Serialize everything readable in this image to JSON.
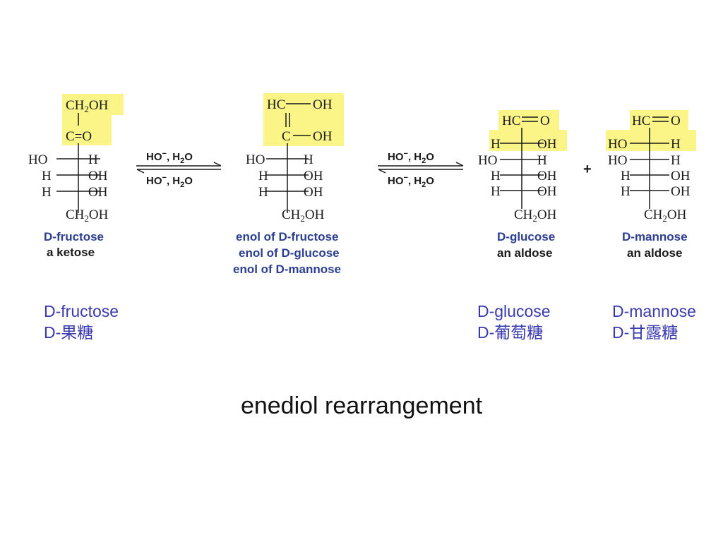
{
  "structures": {
    "fructose": {
      "top": "CH2OH",
      "c2": "C=O",
      "rows": [
        [
          "HO",
          "H"
        ],
        [
          "H",
          "OH"
        ],
        [
          "H",
          "OH"
        ]
      ],
      "bottom": "CH2OH",
      "caption": [
        "D-fructose",
        "a ketose"
      ]
    },
    "enol": {
      "top": "HC—OH",
      "c2": "C—OH",
      "rows": [
        [
          "HO",
          "H"
        ],
        [
          "H",
          "OH"
        ],
        [
          "H",
          "OH"
        ]
      ],
      "bottom": "CH2OH",
      "caption": [
        "enol of D-fructose",
        "enol of D-glucose",
        "enol of D-mannose"
      ]
    },
    "glucose": {
      "top": "HC=O",
      "rows": [
        [
          "H",
          "OH"
        ],
        [
          "HO",
          "H"
        ],
        [
          "H",
          "OH"
        ],
        [
          "H",
          "OH"
        ]
      ],
      "bottom": "CH2OH",
      "caption": [
        "D-glucose",
        "an aldose"
      ]
    },
    "mannose": {
      "top": "HC=O",
      "rows": [
        [
          "HO",
          "H"
        ],
        [
          "HO",
          "H"
        ],
        [
          "H",
          "OH"
        ],
        [
          "H",
          "OH"
        ]
      ],
      "bottom": "CH2OH",
      "caption": [
        "D-mannose",
        "an aldose"
      ]
    }
  },
  "arrows": {
    "first": {
      "forward": "HO⁻, H2O",
      "reverse": "HO⁻, H2O"
    },
    "second": {
      "forward": "HO⁻, H2O",
      "reverse": "HO⁻, H2O"
    }
  },
  "plus": "+",
  "notes": {
    "fructose": [
      "D-fructose",
      "D-果糖"
    ],
    "glucose": [
      "D-glucose",
      "D-葡萄糖"
    ],
    "mannose": [
      "D-mannose",
      "D-甘露糖"
    ]
  },
  "title": "enediol rearrangement",
  "colors": {
    "highlight": "#fbf487",
    "caption_blue": "#2b3e8f",
    "note_blue": "#3a3ab0"
  }
}
